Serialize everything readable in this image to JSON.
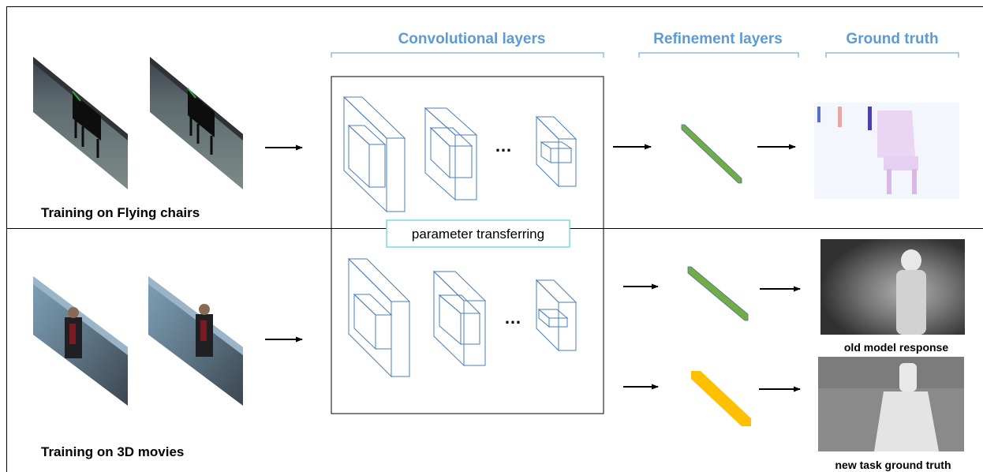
{
  "headers": {
    "conv": "Convolutional layers",
    "refine": "Refinement layers",
    "gt": "Ground truth"
  },
  "top_row": {
    "caption": "Training on Flying chairs"
  },
  "bottom_row": {
    "caption": "Training on 3D movies",
    "old_label": "old model response",
    "new_label": "new task ground truth"
  },
  "transfer_label": "parameter transferring",
  "ellipsis": "…",
  "colors": {
    "header": "#5b9bd5",
    "refine_top": "#70ad47",
    "refine_new": "#ffc000",
    "cube_stroke": "#4a7ebb",
    "transfer_box": "#7fdada"
  }
}
